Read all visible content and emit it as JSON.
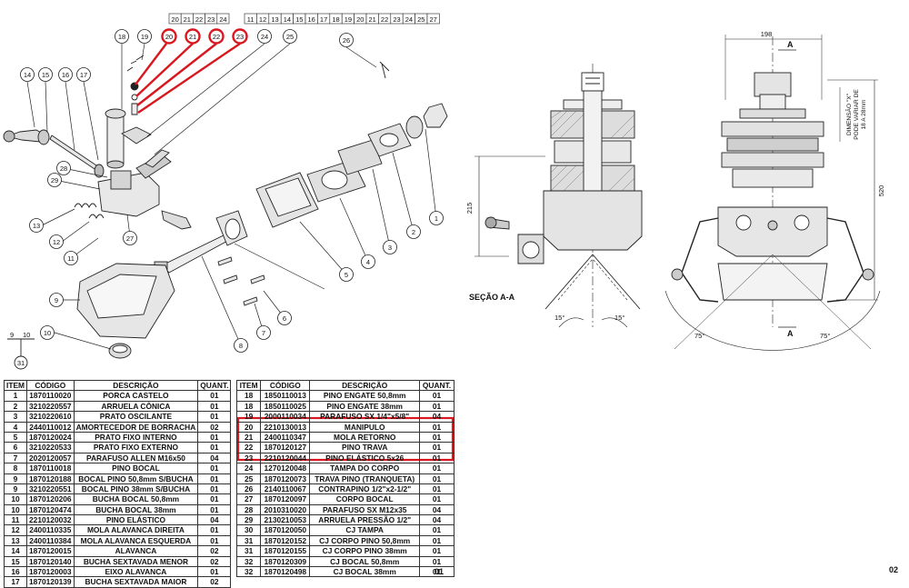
{
  "refbox": {
    "row1": [
      "20",
      "21",
      "22",
      "23",
      "24"
    ],
    "row2": [
      "11",
      "12",
      "13",
      "14",
      "15",
      "16",
      "17",
      "18",
      "19",
      "20",
      "21",
      "22",
      "23",
      "24",
      "25",
      "27"
    ],
    "small_top": [
      "9",
      "10"
    ],
    "small_bottom": "31"
  },
  "callouts": [
    "1",
    "2",
    "3",
    "4",
    "5",
    "6",
    "7",
    "8",
    "9",
    "10",
    "11",
    "12",
    "13",
    "14",
    "15",
    "16",
    "17",
    "18",
    "19",
    "20",
    "21",
    "22",
    "23",
    "24",
    "25",
    "26",
    "27",
    "28",
    "29"
  ],
  "highlight_color": "#d9171e",
  "highlighted_items": [
    "20",
    "21",
    "22",
    "23"
  ],
  "section": {
    "title": "SEÇÃO A-A",
    "dim_215": "215",
    "angle_left": "15°",
    "angle_right": "15°"
  },
  "front": {
    "dim_198": "198",
    "dim_520": "520",
    "dim_note_1": "DIMENSÃO \"X\"",
    "dim_note_2": "PODE VARIAR DE",
    "dim_note_3": "18 A 28mm",
    "marker_top": "A",
    "marker_bottom": "A",
    "angle_left": "75°",
    "angle_right": "75°"
  },
  "table_headers": {
    "item": "ITEM",
    "codigo": "CÓDIGO",
    "descricao": "DESCRIÇÃO",
    "quant": "QUANT."
  },
  "parts_left": [
    {
      "item": "1",
      "codigo": "1870110020",
      "descricao": "PORCA CASTELO",
      "quant": "01"
    },
    {
      "item": "2",
      "codigo": "3210220557",
      "descricao": "ARRUELA CÔNICA",
      "quant": "01"
    },
    {
      "item": "3",
      "codigo": "3210220610",
      "descricao": "PRATO OSCILANTE",
      "quant": "01"
    },
    {
      "item": "4",
      "codigo": "2440110012",
      "descricao": "AMORTECEDOR DE BORRACHA",
      "quant": "02"
    },
    {
      "item": "5",
      "codigo": "1870120024",
      "descricao": "PRATO FIXO INTERNO",
      "quant": "01"
    },
    {
      "item": "6",
      "codigo": "3210220533",
      "descricao": "PRATO FIXO EXTERNO",
      "quant": "01"
    },
    {
      "item": "7",
      "codigo": "2020120057",
      "descricao": "PARAFUSO ALLEN M16x50",
      "quant": "04"
    },
    {
      "item": "8",
      "codigo": "1870110018",
      "descricao": "PINO BOCAL",
      "quant": "01"
    },
    {
      "item": "9",
      "codigo": "1870120188",
      "descricao": "BOCAL PINO 50,8mm S/BUCHA",
      "quant": "01"
    },
    {
      "item": "9",
      "codigo": "3210220551",
      "descricao": "BOCAL PINO 38mm S/BUCHA",
      "quant": "01"
    },
    {
      "item": "10",
      "codigo": "1870120206",
      "descricao": "BUCHA BOCAL 50,8mm",
      "quant": "01"
    },
    {
      "item": "10",
      "codigo": "1870120474",
      "descricao": "BUCHA BOCAL 38mm",
      "quant": "01"
    },
    {
      "item": "11",
      "codigo": "2210120032",
      "descricao": "PINO ELÁSTICO",
      "quant": "04"
    },
    {
      "item": "12",
      "codigo": "2400110335",
      "descricao": "MOLA ALAVANCA DIREITA",
      "quant": "01"
    },
    {
      "item": "13",
      "codigo": "2400110384",
      "descricao": "MOLA ALAVANCA ESQUERDA",
      "quant": "01"
    },
    {
      "item": "14",
      "codigo": "1870120015",
      "descricao": "ALAVANCA",
      "quant": "02"
    },
    {
      "item": "15",
      "codigo": "1870120140",
      "descricao": "BUCHA SEXTAVADA MENOR",
      "quant": "02"
    },
    {
      "item": "16",
      "codigo": "1870120003",
      "descricao": "EIXO ALAVANCA",
      "quant": "01"
    },
    {
      "item": "17",
      "codigo": "1870120139",
      "descricao": "BUCHA SEXTAVADA MAIOR",
      "quant": "02"
    }
  ],
  "parts_right": [
    {
      "item": "18",
      "codigo": "1850110013",
      "descricao": "PINO ENGATE 50,8mm",
      "quant": "01"
    },
    {
      "item": "18",
      "codigo": "1850110025",
      "descricao": "PINO ENGATE 38mm",
      "quant": "01"
    },
    {
      "item": "19",
      "codigo": "2000110034",
      "descricao": "PARAFUSO SX 1/4\"x5/8\"",
      "quant": "04"
    },
    {
      "item": "20",
      "codigo": "2210130013",
      "descricao": "MANIPULO",
      "quant": "01"
    },
    {
      "item": "21",
      "codigo": "2400110347",
      "descricao": "MOLA RETORNO",
      "quant": "01"
    },
    {
      "item": "22",
      "codigo": "1870120127",
      "descricao": "PINO TRAVA",
      "quant": "01"
    },
    {
      "item": "23",
      "codigo": "2210120044",
      "descricao": "PINO ELÁSTICO 5x26",
      "quant": "01"
    },
    {
      "item": "24",
      "codigo": "1270120048",
      "descricao": "TAMPA DO CORPO",
      "quant": "01"
    },
    {
      "item": "25",
      "codigo": "1870120073",
      "descricao": "TRAVA PINO (TRANQUETA)",
      "quant": "01"
    },
    {
      "item": "26",
      "codigo": "2140110067",
      "descricao": "CONTRAPINO 1/2\"x2-1/2\"",
      "quant": "01"
    },
    {
      "item": "27",
      "codigo": "1870120097",
      "descricao": "CORPO BOCAL",
      "quant": "01"
    },
    {
      "item": "28",
      "codigo": "2010310020",
      "descricao": "PARAFUSO SX M12x35",
      "quant": "04"
    },
    {
      "item": "29",
      "codigo": "2130210053",
      "descricao": "ARRUELA PRESSÃO 1/2\"",
      "quant": "04"
    },
    {
      "item": "30",
      "codigo": "1870120050",
      "descricao": "CJ TAMPA",
      "quant": "01"
    },
    {
      "item": "31",
      "codigo": "1870120152",
      "descricao": "CJ CORPO PINO 50,8mm",
      "quant": "01"
    },
    {
      "item": "31",
      "codigo": "1870120155",
      "descricao": "CJ CORPO PINO 38mm",
      "quant": "01"
    },
    {
      "item": "32",
      "codigo": "1870120309",
      "descricao": "CJ BOCAL 50,8mm",
      "quant": "01"
    },
    {
      "item": "32",
      "codigo": "1870120498",
      "descricao": "CJ BOCAL 38mm",
      "quant": "01"
    }
  ],
  "page_left": "01",
  "page_right": "02"
}
